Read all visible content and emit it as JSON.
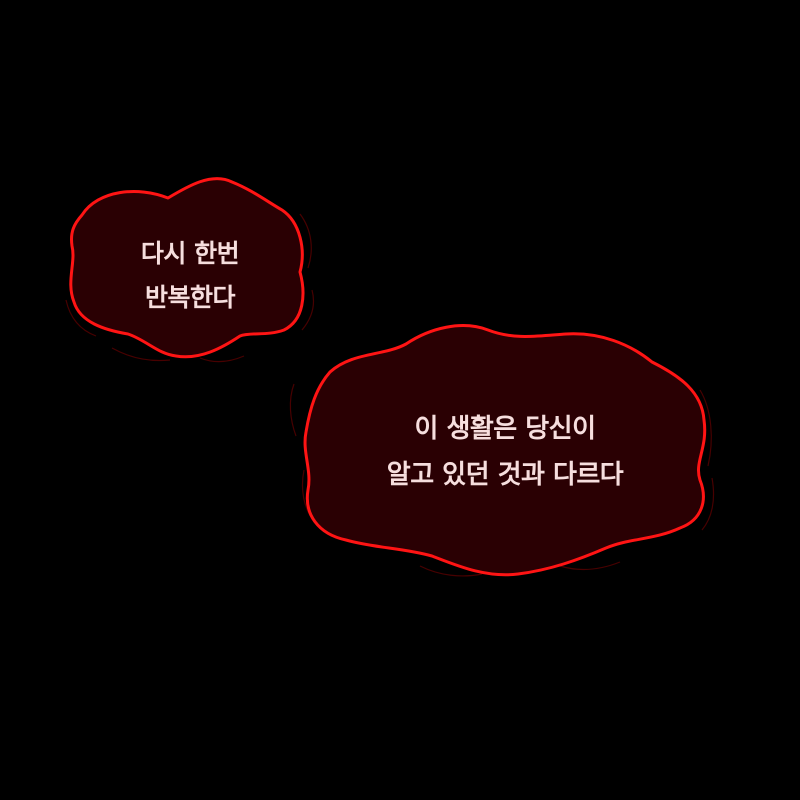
{
  "bubbles": [
    {
      "lines": [
        "다시 한번",
        "반복한다"
      ]
    },
    {
      "lines": [
        "이 생활은 당신이",
        "알고 있던 것과 다르다"
      ]
    }
  ],
  "colors": {
    "background": "#000000",
    "bubble_fill": "#2a0003",
    "bubble_outline": "#ff1414",
    "text": "#f6dede"
  }
}
